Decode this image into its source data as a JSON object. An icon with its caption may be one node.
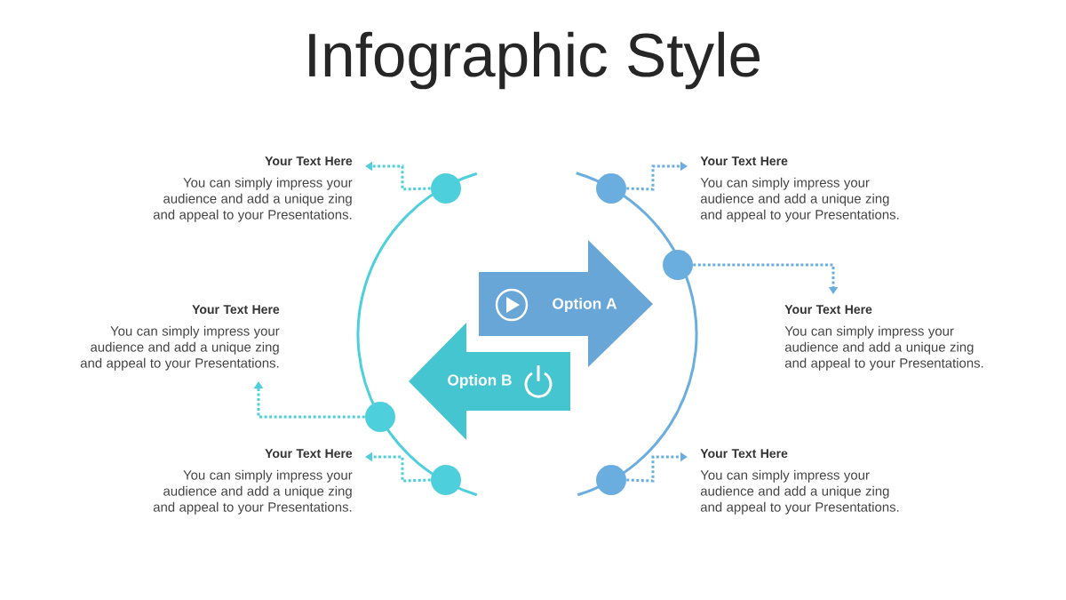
{
  "diagram": {
    "title": "Infographic Style",
    "nodes": [
      {
        "text": [
          "Option A"
        ]
      },
      {
        "text": [
          "Option B"
        ]
      },
      {
        "text": [],
        "shape": "circle"
      },
      {
        "text": [],
        "shape": "circle"
      },
      {
        "text": [],
        "shape": "circle"
      },
      {
        "text": [],
        "shape": "circle"
      },
      {
        "text": [],
        "shape": "circle"
      },
      {
        "text": [],
        "shape": "circle"
      },
      {
        "text": [
          "Your Text Here",
          "You can simply impress your audience and add a unique zing and appeal to your Presentations."
        ]
      },
      {
        "text": [
          "Your Text Here",
          "You can simply impress your audience and add a unique zing and appeal to your Presentations."
        ]
      },
      {
        "text": [
          "Your Text Here",
          "You can simply impress your audience and add a unique zing and appeal to your Presentations."
        ]
      },
      {
        "text": [
          "Your Text Here",
          "You can simply impress your audience and add a unique zing and appeal to your Presentations."
        ]
      },
      {
        "text": [
          "Your Text Here",
          "You can simply impress your audience and add a unique zing and appeal to your Presentations."
        ]
      },
      {
        "text": [
          "Your Text Here",
          "You can simply impress your audience and add a unique zing and appeal to your Presentations."
        ]
      }
    ],
    "edges": [
      {
        "from": 2,
        "to": 8,
        "arrow": "to",
        "style": "dashed",
        "color": "#4dd0dc"
      },
      {
        "from": 3,
        "to": 9,
        "arrow": "to",
        "style": "dashed",
        "color": "#4dd0dc"
      },
      {
        "from": 4,
        "to": 10,
        "arrow": "to",
        "style": "dashed",
        "color": "#4dd0dc"
      },
      {
        "from": 5,
        "to": 11,
        "arrow": "to",
        "style": "dashed",
        "color": "#6aaee0"
      },
      {
        "from": 6,
        "to": 12,
        "arrow": "to",
        "style": "dashed",
        "color": "#6aaee0"
      },
      {
        "from": 7,
        "to": 13,
        "arrow": "to",
        "style": "dashed",
        "color": "#6aaee0"
      }
    ]
  }
}
